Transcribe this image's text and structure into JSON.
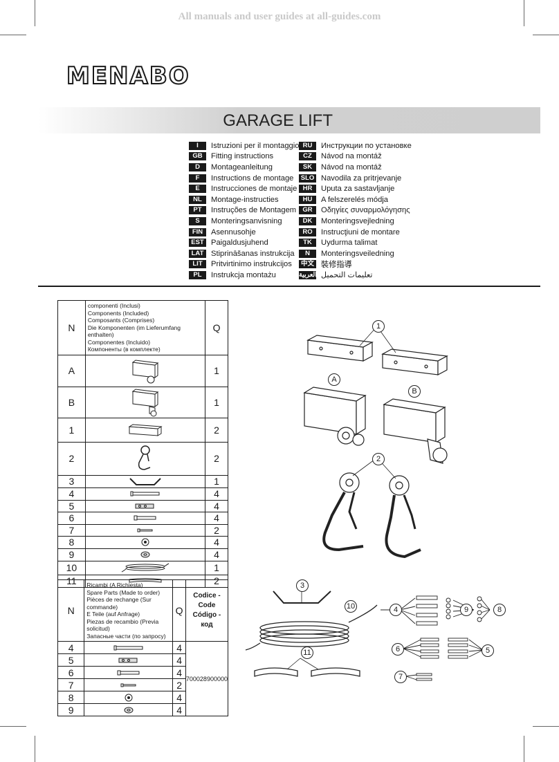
{
  "banner": "All manuals and user guides at all-guides.com",
  "brand": "MENABO",
  "title": "GARAGE LIFT",
  "languages_left": [
    {
      "code": "I",
      "text": "Istruzioni per il montaggio"
    },
    {
      "code": "GB",
      "text": "Fitting instructions"
    },
    {
      "code": "D",
      "text": "Montageanleitung"
    },
    {
      "code": "F",
      "text": "Instructions de montage"
    },
    {
      "code": "E",
      "text": "Instrucciones de montaje"
    },
    {
      "code": "NL",
      "text": "Montage-instructies"
    },
    {
      "code": "PT",
      "text": "Instruções de Montagem"
    },
    {
      "code": "S",
      "text": "Monteringsanvisning"
    },
    {
      "code": "FIN",
      "text": "Asennusohje"
    },
    {
      "code": "EST",
      "text": "Paigaldusjuhend"
    },
    {
      "code": "LAT",
      "text": "Stiprināšanas instrukcija"
    },
    {
      "code": "LIT",
      "text": "Pritvirtinimo instrukcijos"
    },
    {
      "code": "PL",
      "text": "Instrukcja montażu"
    }
  ],
  "languages_right": [
    {
      "code": "RU",
      "text": "Инструкции по установке"
    },
    {
      "code": "CZ",
      "text": "Návod na montáž"
    },
    {
      "code": "SK",
      "text": "Návod na montáž"
    },
    {
      "code": "SLO",
      "text": "Navodila za pritrjevanje"
    },
    {
      "code": "HR",
      "text": "Uputa za sastavljanje"
    },
    {
      "code": "HU",
      "text": "A felszerelés módja"
    },
    {
      "code": "GR",
      "text": "Οδηγίες συναρμολόγησης"
    },
    {
      "code": "DK",
      "text": "Monteringsvejledning"
    },
    {
      "code": "RO",
      "text": "Instrucţiuni de montare"
    },
    {
      "code": "TK",
      "text": "Uydurma talimat"
    },
    {
      "code": "N",
      "text": "Monteringsveiledning"
    },
    {
      "code": "中文",
      "text": "裝修指導"
    },
    {
      "code": "العربية",
      "text": "تعليمات التحميل"
    }
  ],
  "components_table": {
    "col_n": "N",
    "col_q": "Q",
    "header_lines": [
      "componenti (Inclusi)",
      "Components (Included)",
      "Composants (Comprises)",
      "Die Komponenten (im Lieferumfang enthalten)",
      "Componentes (Incluido)",
      "Компоненты (в комплекте)"
    ],
    "rows": [
      {
        "n": "A",
        "q": "1",
        "icon": "bracket-a-icon"
      },
      {
        "n": "B",
        "q": "1",
        "icon": "bracket-b-icon"
      },
      {
        "n": "1",
        "q": "2",
        "icon": "bracket-icon"
      },
      {
        "n": "2",
        "q": "2",
        "icon": "pulley-hook-icon"
      },
      {
        "n": "3",
        "q": "1",
        "icon": "wire-hanger-icon"
      },
      {
        "n": "4",
        "q": "4",
        "icon": "screw-icon"
      },
      {
        "n": "5",
        "q": "4",
        "icon": "anchor-icon"
      },
      {
        "n": "6",
        "q": "4",
        "icon": "bolt-icon"
      },
      {
        "n": "7",
        "q": "2",
        "icon": "pin-icon"
      },
      {
        "n": "8",
        "q": "4",
        "icon": "nut-icon"
      },
      {
        "n": "9",
        "q": "4",
        "icon": "washer-icon"
      },
      {
        "n": "10",
        "q": "1",
        "icon": "rope-icon"
      },
      {
        "n": "11",
        "q": "2",
        "icon": "strap-icon"
      }
    ]
  },
  "spares_table": {
    "col_n": "N",
    "col_q": "Q",
    "header_lines": [
      "Ricambi (A Richiesta)",
      "Spare Parts (Made to order)",
      "Pièces de rechange (Sur commande)",
      "E Teile (auf Anfrage)",
      "Piezas de recambio (Previa solicitud)",
      "Запасные части (по запросу)"
    ],
    "code_header_1": "Codice - Code",
    "code_header_2": "Código - код",
    "code_value": "700028900000",
    "rows": [
      {
        "n": "4",
        "q": "4",
        "icon": "screw-icon"
      },
      {
        "n": "5",
        "q": "4",
        "icon": "anchor-icon"
      },
      {
        "n": "6",
        "q": "4",
        "icon": "bolt-icon"
      },
      {
        "n": "7",
        "q": "2",
        "icon": "pin-icon"
      },
      {
        "n": "8",
        "q": "4",
        "icon": "nut-icon"
      },
      {
        "n": "9",
        "q": "4",
        "icon": "washer-icon"
      }
    ]
  },
  "callouts": {
    "c1": "1",
    "cA": "A",
    "cB": "B",
    "c2": "2",
    "c3": "3",
    "c10": "10",
    "c11": "11",
    "c4": "4",
    "c9": "9",
    "c8": "8",
    "c6": "6",
    "c5": "5",
    "c7": "7"
  }
}
